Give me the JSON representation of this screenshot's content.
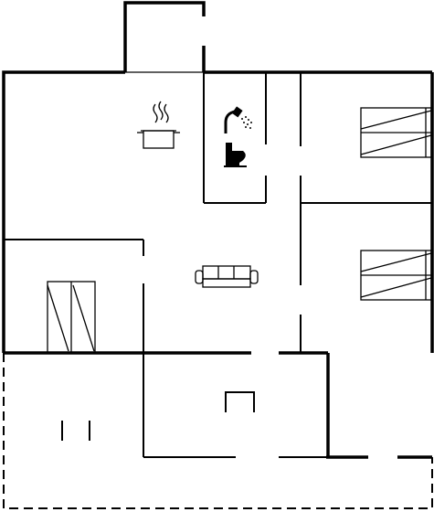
{
  "floor_plan": {
    "rooms": [
      {
        "name": "kitchen",
        "icon": "cooking-pot-icon"
      },
      {
        "name": "bathroom",
        "icon": "shower-icon"
      },
      {
        "name": "toilet",
        "icon": "toilet-icon"
      },
      {
        "name": "living-room",
        "icon": "sofa-icon"
      },
      {
        "name": "bedroom-upper",
        "icon": "double-bed-icon"
      },
      {
        "name": "bedroom-lower",
        "icon": "double-bed-icon"
      },
      {
        "name": "closet",
        "icon": "wardrobe-icon"
      },
      {
        "name": "terrace",
        "icon": "table-icon"
      }
    ],
    "colors": {
      "wall": "#000000",
      "background": "#ffffff"
    }
  }
}
